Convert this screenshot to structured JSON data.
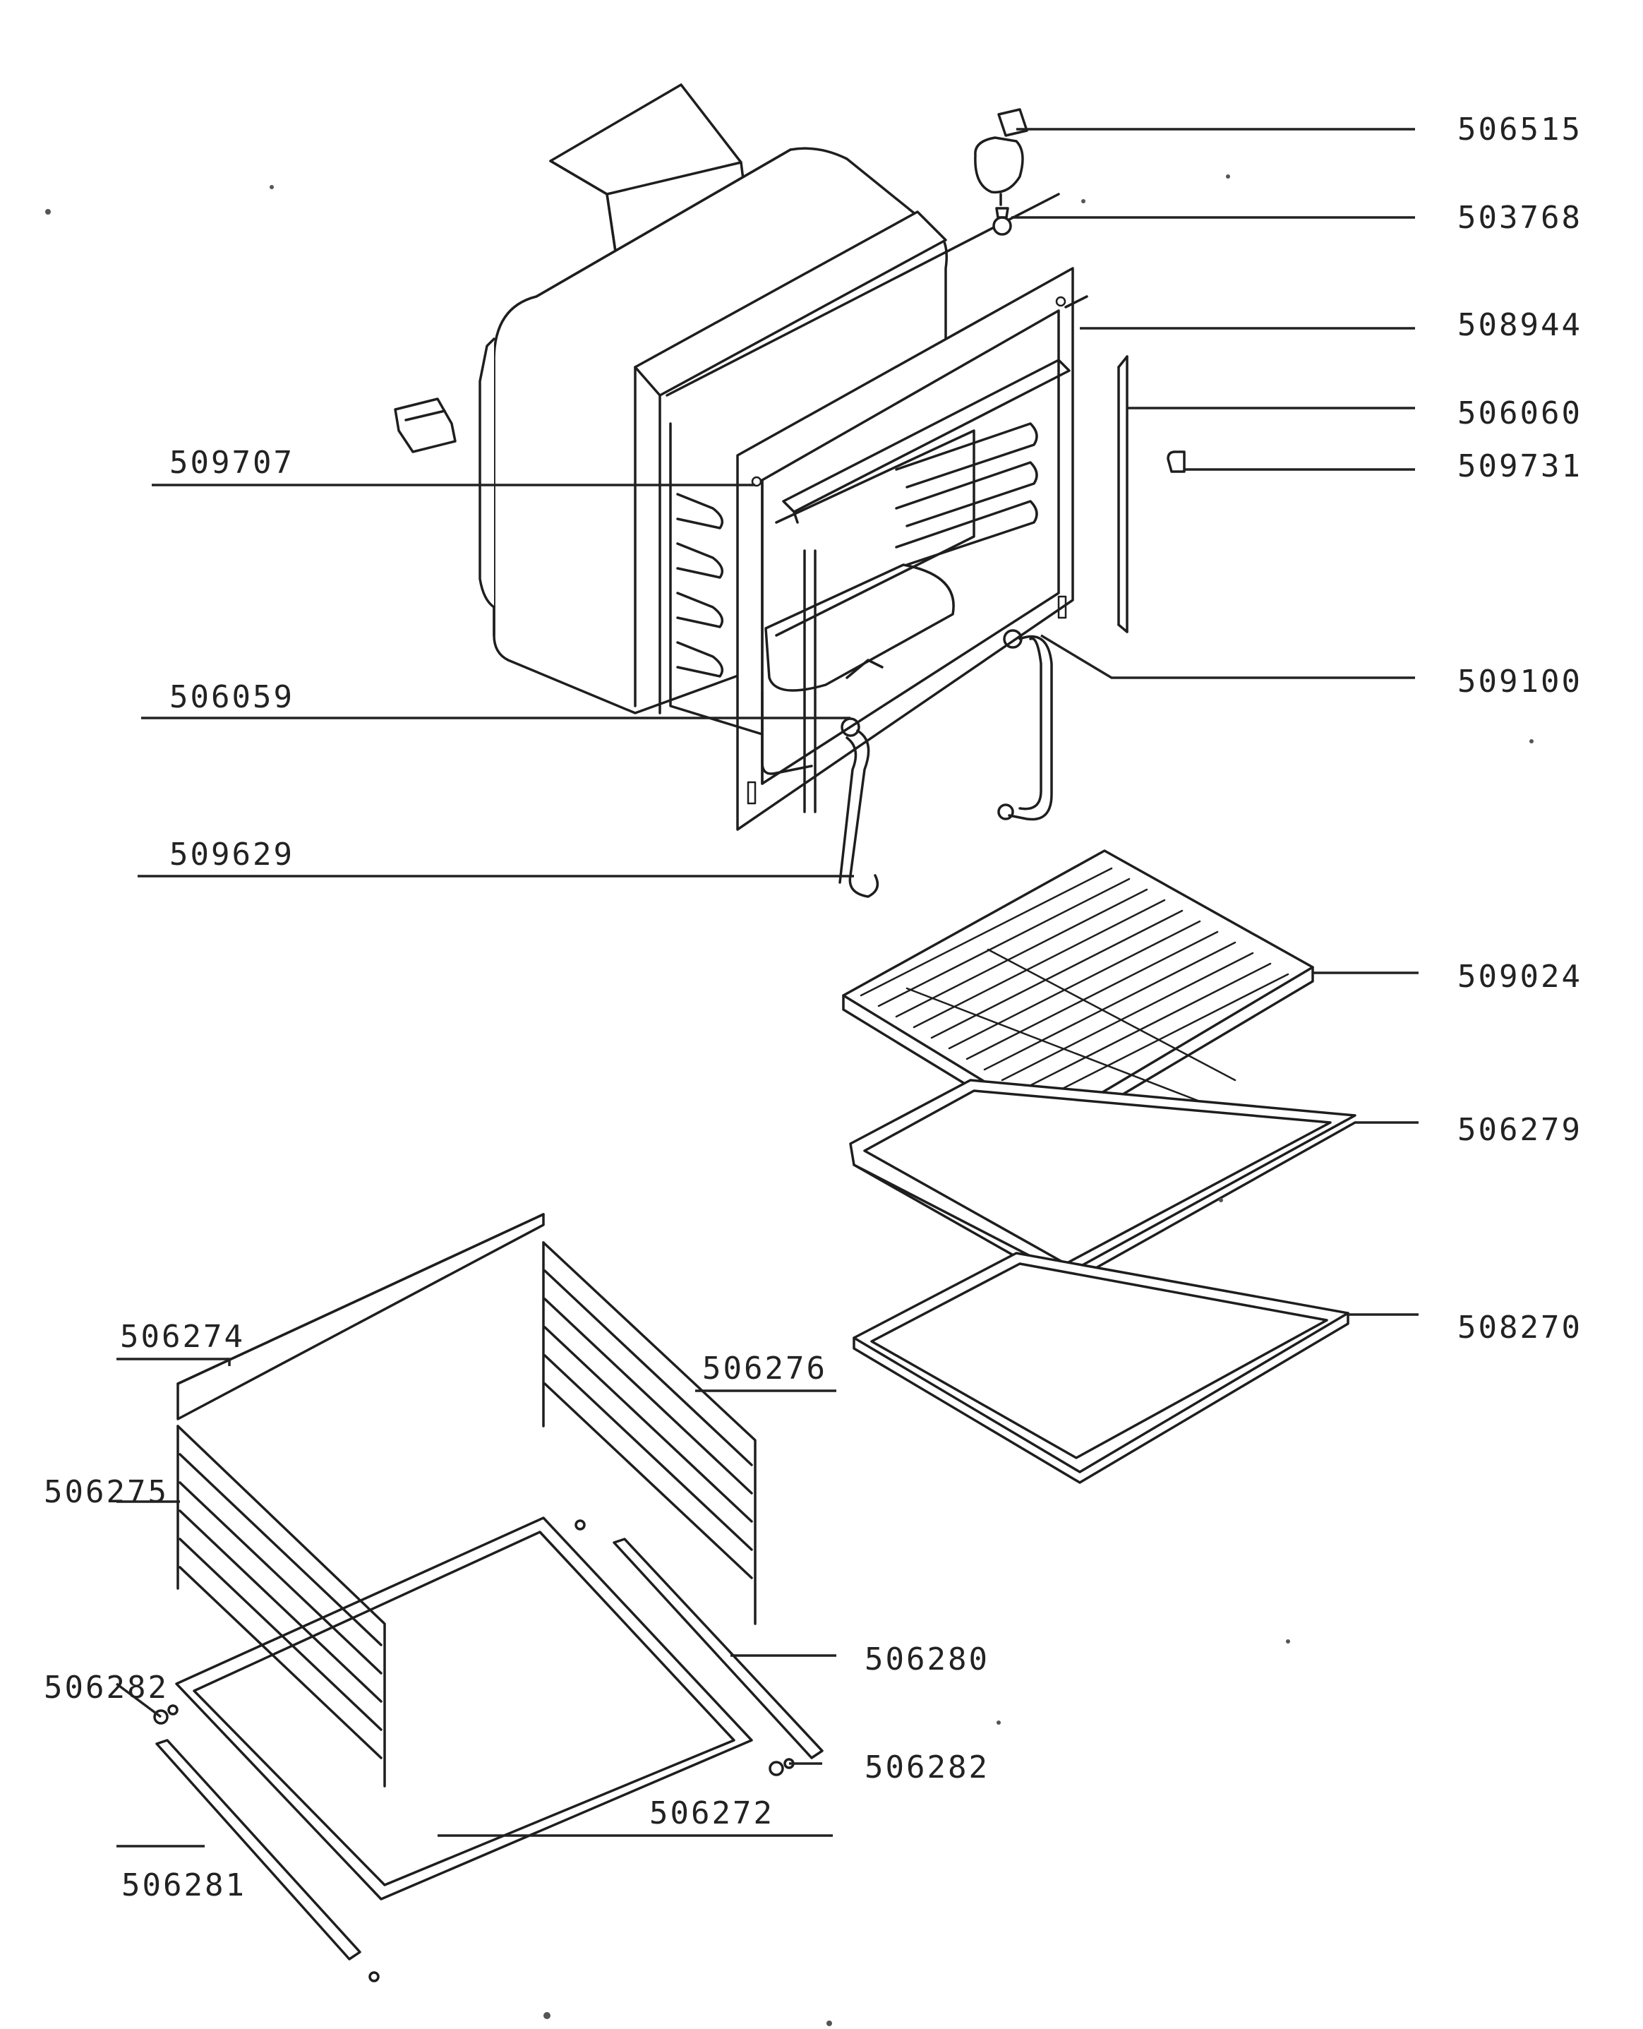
{
  "diagram": {
    "parts": [
      {
        "id": "p1",
        "label": "506515"
      },
      {
        "id": "p2",
        "label": "503768"
      },
      {
        "id": "p3",
        "label": "508944"
      },
      {
        "id": "p4",
        "label": "506060"
      },
      {
        "id": "p5",
        "label": "509731"
      },
      {
        "id": "p6",
        "label": "509707"
      },
      {
        "id": "p7",
        "label": "509100"
      },
      {
        "id": "p8",
        "label": "506059"
      },
      {
        "id": "p9",
        "label": "509629"
      },
      {
        "id": "p10",
        "label": "509024"
      },
      {
        "id": "p11",
        "label": "506279"
      },
      {
        "id": "p12",
        "label": "508270"
      },
      {
        "id": "p13",
        "label": "506274"
      },
      {
        "id": "p14",
        "label": "506276"
      },
      {
        "id": "p15",
        "label": "506275"
      },
      {
        "id": "p16",
        "label": "506280"
      },
      {
        "id": "p17",
        "label": "506282"
      },
      {
        "id": "p18",
        "label": "506282"
      },
      {
        "id": "p19",
        "label": "506272"
      },
      {
        "id": "p20",
        "label": "506281"
      }
    ]
  }
}
